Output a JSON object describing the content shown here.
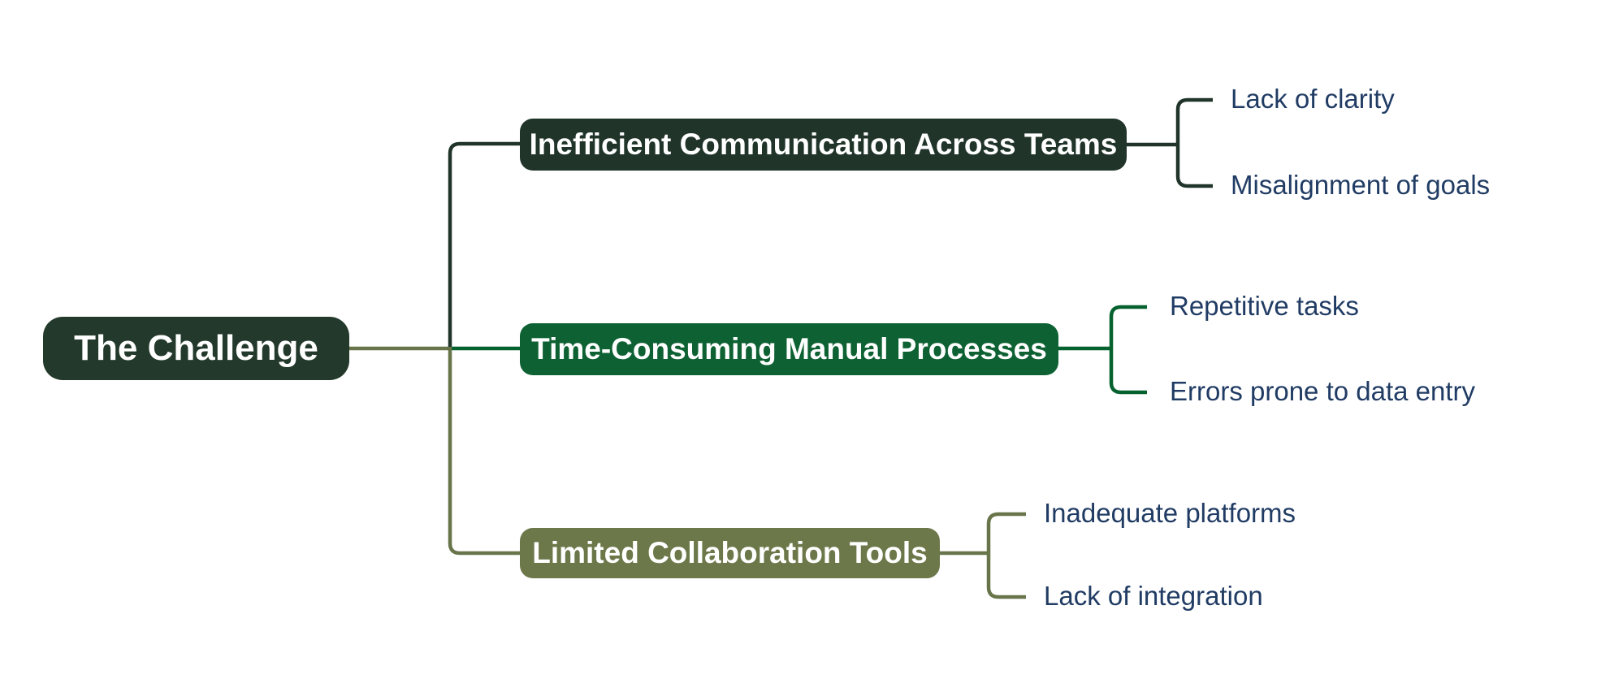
{
  "page": {
    "background": "#FFFFFF",
    "type": "mindmap"
  },
  "colors": {
    "root_fill": "#23392B",
    "branch1_fill": "#20342A",
    "branch1_line": "#20342A",
    "branch2_fill": "#0D6132",
    "branch2_line": "#05612E",
    "branch3_fill": "#6C7849",
    "branch3_line": "#68744A",
    "node_text": "#FFFFFF",
    "leaf_text": "#213C64"
  },
  "chart_data": {
    "type": "mindmap-tree",
    "root": "The Challenge",
    "branches": [
      {
        "label": "Inefficient Communication Across Teams",
        "color": "#20342A",
        "children": [
          "Lack of clarity",
          "Misalignment of goals"
        ]
      },
      {
        "label": "Time-Consuming Manual Processes",
        "color": "#0D6132",
        "children": [
          "Repetitive tasks",
          "Errors prone to data entry"
        ]
      },
      {
        "label": "Limited Collaboration Tools",
        "color": "#6C7849",
        "children": [
          "Inadequate platforms",
          "Lack of integration"
        ]
      }
    ]
  },
  "mindmap": {
    "root": {
      "label": "The Challenge"
    },
    "branches": [
      {
        "label": "Inefficient Communication Across Teams",
        "children": [
          {
            "label": "Lack of clarity"
          },
          {
            "label": "Misalignment of goals"
          }
        ]
      },
      {
        "label": "Time-Consuming Manual Processes",
        "children": [
          {
            "label": "Repetitive tasks"
          },
          {
            "label": "Errors prone to data entry"
          }
        ]
      },
      {
        "label": "Limited Collaboration Tools",
        "children": [
          {
            "label": "Inadequate platforms"
          },
          {
            "label": "Lack of integration"
          }
        ]
      }
    ]
  }
}
